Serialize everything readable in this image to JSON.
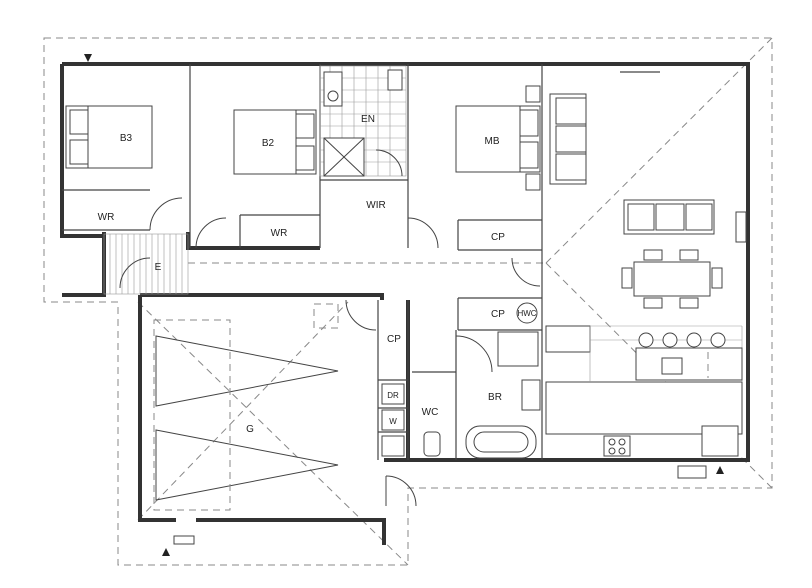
{
  "rooms": {
    "b3": "B3",
    "b2": "B2",
    "en": "EN",
    "mb": "MB",
    "wr1": "WR",
    "wr2": "WR",
    "wir": "WIR",
    "cp1": "CP",
    "cp2": "CP",
    "cp3": "CP",
    "entry": "E",
    "garage": "G",
    "bathroom": "BR",
    "wc": "WC",
    "dryer": "DR",
    "washer": "W",
    "hwc": "HWC"
  }
}
